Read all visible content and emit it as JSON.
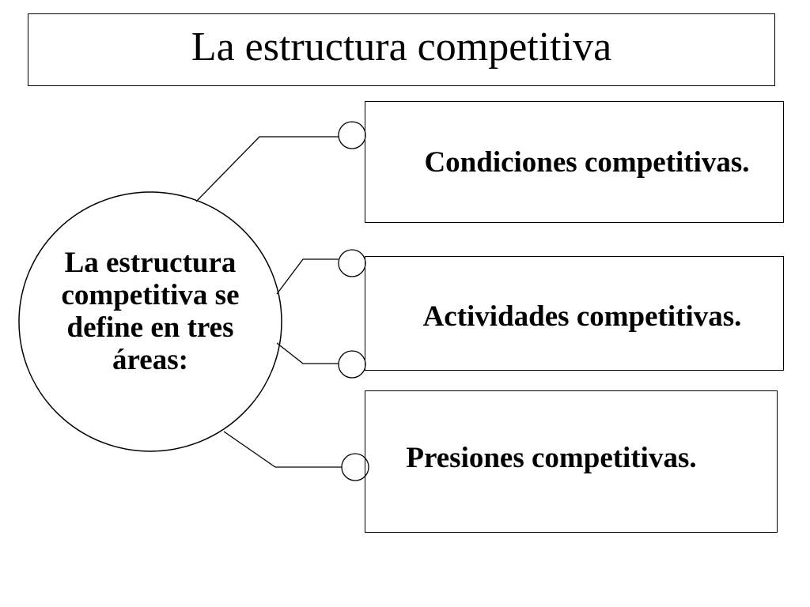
{
  "title": "La estructura competitiva",
  "center": {
    "lines": [
      "La estructura",
      "competitiva se",
      "define en tres",
      "áreas:"
    ]
  },
  "areas": [
    {
      "label": "Condiciones competitivas."
    },
    {
      "label": "Actividades competitivas."
    },
    {
      "label": "Presiones competitivas."
    }
  ]
}
